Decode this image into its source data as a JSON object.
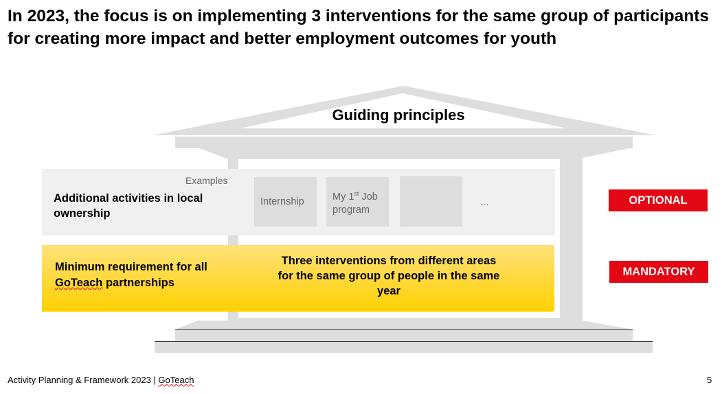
{
  "title": "In 2023, the focus is on implementing 3 interventions for the same group of participants for creating more impact and better employment outcomes for youth",
  "house": {
    "roof_label": "Guiding principles",
    "optional_row": {
      "label": "Additional activities in local ownership",
      "examples_label": "Examples",
      "examples": [
        "Internship",
        "My 1",
        "st",
        " Job program",
        "",
        "..."
      ]
    },
    "mandatory_row": {
      "label_part1": "Minimum requirement for all ",
      "label_part2": "GoTeach",
      "label_part3": " partnerships",
      "description": "Three interventions from different areas for the same group of people in the same year"
    }
  },
  "badges": {
    "optional": "OPTIONAL",
    "mandatory": "MANDATORY"
  },
  "footer": {
    "text_part1": "Activity Planning & Framework 2023 | ",
    "text_part2": "GoTeach",
    "page": "5"
  },
  "colors": {
    "red": "#e30613",
    "yellow": "#ffd000",
    "gray": "#dddddd"
  }
}
